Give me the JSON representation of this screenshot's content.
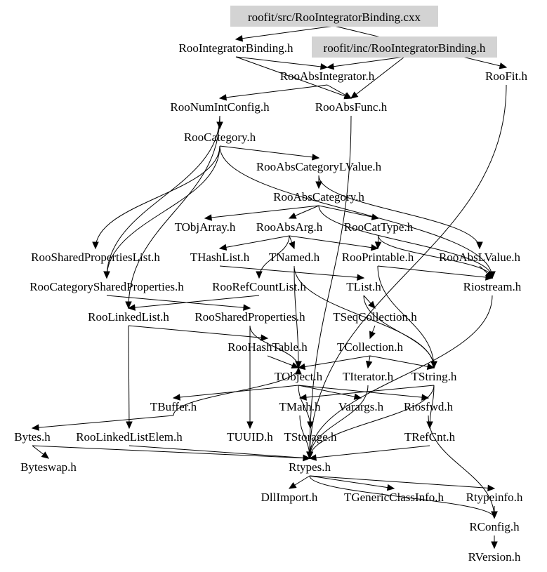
{
  "diagram": {
    "type": "include-dependency-graph",
    "highlight_color": "#d3d3d3",
    "nodes": [
      {
        "id": "src_cxx",
        "label": "roofit/src/RooIntegratorBinding.cxx",
        "highlighted": true
      },
      {
        "id": "RooIntegratorBinding_h",
        "label": "RooIntegratorBinding.h",
        "highlighted": false
      },
      {
        "id": "inc_h",
        "label": "roofit/inc/RooIntegratorBinding.h",
        "highlighted": true
      },
      {
        "id": "RooFit_h",
        "label": "RooFit.h",
        "highlighted": false
      },
      {
        "id": "RooAbsIntegrator_h",
        "label": "RooAbsIntegrator.h",
        "highlighted": false
      },
      {
        "id": "RooNumIntConfig_h",
        "label": "RooNumIntConfig.h",
        "highlighted": false
      },
      {
        "id": "RooAbsFunc_h",
        "label": "RooAbsFunc.h",
        "highlighted": false
      },
      {
        "id": "RooCategory_h",
        "label": "RooCategory.h",
        "highlighted": false
      },
      {
        "id": "RooAbsCategoryLValue_h",
        "label": "RooAbsCategoryLValue.h",
        "highlighted": false
      },
      {
        "id": "RooAbsCategory_h",
        "label": "RooAbsCategory.h",
        "highlighted": false
      },
      {
        "id": "TObjArray_h",
        "label": "TObjArray.h",
        "highlighted": false
      },
      {
        "id": "RooAbsArg_h",
        "label": "RooAbsArg.h",
        "highlighted": false
      },
      {
        "id": "RooCatType_h",
        "label": "RooCatType.h",
        "highlighted": false
      },
      {
        "id": "RooSharedPropertiesList_h",
        "label": "RooSharedPropertiesList.h",
        "highlighted": false
      },
      {
        "id": "THashList_h",
        "label": "THashList.h",
        "highlighted": false
      },
      {
        "id": "TNamed_h",
        "label": "TNamed.h",
        "highlighted": false
      },
      {
        "id": "RooPrintable_h",
        "label": "RooPrintable.h",
        "highlighted": false
      },
      {
        "id": "RooAbsLValue_h",
        "label": "RooAbsLValue.h",
        "highlighted": false
      },
      {
        "id": "RooCategorySharedProperties_h",
        "label": "RooCategorySharedProperties.h",
        "highlighted": false
      },
      {
        "id": "RooRefCountList_h",
        "label": "RooRefCountList.h",
        "highlighted": false
      },
      {
        "id": "TList_h",
        "label": "TList.h",
        "highlighted": false
      },
      {
        "id": "Riostream_h",
        "label": "Riostream.h",
        "highlighted": false
      },
      {
        "id": "RooLinkedList_h",
        "label": "RooLinkedList.h",
        "highlighted": false
      },
      {
        "id": "RooSharedProperties_h",
        "label": "RooSharedProperties.h",
        "highlighted": false
      },
      {
        "id": "TSeqCollection_h",
        "label": "TSeqCollection.h",
        "highlighted": false
      },
      {
        "id": "RooHashTable_h",
        "label": "RooHashTable.h",
        "highlighted": false
      },
      {
        "id": "TCollection_h",
        "label": "TCollection.h",
        "highlighted": false
      },
      {
        "id": "TObject_h",
        "label": "TObject.h",
        "highlighted": false
      },
      {
        "id": "TIterator_h",
        "label": "TIterator.h",
        "highlighted": false
      },
      {
        "id": "TString_h",
        "label": "TString.h",
        "highlighted": false
      },
      {
        "id": "TBuffer_h",
        "label": "TBuffer.h",
        "highlighted": false
      },
      {
        "id": "TMath_h",
        "label": "TMath.h",
        "highlighted": false
      },
      {
        "id": "Varargs_h",
        "label": "Varargs.h",
        "highlighted": false
      },
      {
        "id": "Riosfwd_h",
        "label": "Riosfwd.h",
        "highlighted": false
      },
      {
        "id": "Bytes_h",
        "label": "Bytes.h",
        "highlighted": false
      },
      {
        "id": "RooLinkedListElem_h",
        "label": "RooLinkedListElem.h",
        "highlighted": false
      },
      {
        "id": "TUUID_h",
        "label": "TUUID.h",
        "highlighted": false
      },
      {
        "id": "TStorage_h",
        "label": "TStorage.h",
        "highlighted": false
      },
      {
        "id": "TRefCnt_h",
        "label": "TRefCnt.h",
        "highlighted": false
      },
      {
        "id": "Byteswap_h",
        "label": "Byteswap.h",
        "highlighted": false
      },
      {
        "id": "Rtypes_h",
        "label": "Rtypes.h",
        "highlighted": false
      },
      {
        "id": "DllImport_h",
        "label": "DllImport.h",
        "highlighted": false
      },
      {
        "id": "TGenericClassInfo_h",
        "label": "TGenericClassInfo.h",
        "highlighted": false
      },
      {
        "id": "Rtypeinfo_h",
        "label": "Rtypeinfo.h",
        "highlighted": false
      },
      {
        "id": "RConfig_h",
        "label": "RConfig.h",
        "highlighted": false
      },
      {
        "id": "RVersion_h",
        "label": "RVersion.h",
        "highlighted": false
      }
    ],
    "edges": [
      [
        "src_cxx",
        "RooIntegratorBinding_h"
      ],
      [
        "src_cxx",
        "RooFit_h"
      ],
      [
        "RooIntegratorBinding_h",
        "RooAbsIntegrator_h"
      ],
      [
        "RooIntegratorBinding_h",
        "RooAbsFunc_h"
      ],
      [
        "inc_h",
        "RooAbsIntegrator_h"
      ],
      [
        "inc_h",
        "RooAbsFunc_h"
      ],
      [
        "RooAbsIntegrator_h",
        "RooNumIntConfig_h"
      ],
      [
        "RooAbsIntegrator_h",
        "RooAbsFunc_h"
      ],
      [
        "RooNumIntConfig_h",
        "RooCategory_h"
      ],
      [
        "RooNumIntConfig_h",
        "RooLinkedList_h"
      ],
      [
        "RooNumIntConfig_h",
        "RooCategorySharedProperties_h"
      ],
      [
        "RooAbsFunc_h",
        "Rtypes_h"
      ],
      [
        "RooCategory_h",
        "RooAbsCategoryLValue_h"
      ],
      [
        "RooCategory_h",
        "RooSharedPropertiesList_h"
      ],
      [
        "RooCategory_h",
        "RooCategorySharedProperties_h"
      ],
      [
        "RooCategory_h",
        "Riostream_h"
      ],
      [
        "RooAbsCategoryLValue_h",
        "RooAbsCategory_h"
      ],
      [
        "RooAbsCategoryLValue_h",
        "RooAbsLValue_h"
      ],
      [
        "RooAbsCategory_h",
        "TObjArray_h"
      ],
      [
        "RooAbsCategory_h",
        "RooAbsArg_h"
      ],
      [
        "RooAbsCategory_h",
        "RooCatType_h"
      ],
      [
        "RooAbsCategory_h",
        "Riostream_h"
      ],
      [
        "RooAbsArg_h",
        "THashList_h"
      ],
      [
        "RooAbsArg_h",
        "TNamed_h"
      ],
      [
        "RooAbsArg_h",
        "RooPrintable_h"
      ],
      [
        "RooAbsArg_h",
        "RooRefCountList_h"
      ],
      [
        "RooCatType_h",
        "RooPrintable_h"
      ],
      [
        "RooCatType_h",
        "Riostream_h"
      ],
      [
        "THashList_h",
        "TList_h"
      ],
      [
        "TNamed_h",
        "TObject_h"
      ],
      [
        "TNamed_h",
        "TString_h"
      ],
      [
        "RooPrintable_h",
        "Riostream_h"
      ],
      [
        "RooPrintable_h",
        "TString_h"
      ],
      [
        "RooAbsLValue_h",
        "Riostream_h"
      ],
      [
        "RooCategorySharedProperties_h",
        "RooSharedProperties_h"
      ],
      [
        "RooRefCountList_h",
        "RooLinkedList_h"
      ],
      [
        "TList_h",
        "TSeqCollection_h"
      ],
      [
        "TList_h",
        "TString_h"
      ],
      [
        "Riostream_h",
        "Rtypes_h"
      ],
      [
        "RooLinkedList_h",
        "RooLinkedListElem_h"
      ],
      [
        "RooLinkedList_h",
        "RooHashTable_h"
      ],
      [
        "RooSharedProperties_h",
        "TUUID_h"
      ],
      [
        "RooSharedProperties_h",
        "TObject_h"
      ],
      [
        "TSeqCollection_h",
        "TCollection_h"
      ],
      [
        "RooHashTable_h",
        "TObject_h"
      ],
      [
        "TCollection_h",
        "TObject_h"
      ],
      [
        "TCollection_h",
        "TIterator_h"
      ],
      [
        "TCollection_h",
        "TString_h"
      ],
      [
        "TObject_h",
        "TBuffer_h"
      ],
      [
        "TObject_h",
        "TStorage_h"
      ],
      [
        "TObject_h",
        "Varargs_h"
      ],
      [
        "TObject_h",
        "Riosfwd_h"
      ],
      [
        "TIterator_h",
        "Rtypes_h"
      ],
      [
        "TString_h",
        "TRefCnt_h"
      ],
      [
        "TString_h",
        "TMath_h"
      ],
      [
        "TString_h",
        "Rtypes_h"
      ],
      [
        "TBuffer_h",
        "Bytes_h"
      ],
      [
        "TBuffer_h",
        "TObject_h"
      ],
      [
        "TMath_h",
        "Rtypes_h"
      ],
      [
        "Riosfwd_h",
        "RConfig_h"
      ],
      [
        "Bytes_h",
        "Byteswap_h"
      ],
      [
        "Bytes_h",
        "Rtypes_h"
      ],
      [
        "RooLinkedListElem_h",
        "Rtypes_h"
      ],
      [
        "TStorage_h",
        "Rtypes_h"
      ],
      [
        "TRefCnt_h",
        "Rtypes_h"
      ],
      [
        "RooFit_h",
        "Rtypes_h"
      ],
      [
        "Rtypes_h",
        "DllImport_h"
      ],
      [
        "Rtypes_h",
        "TGenericClassInfo_h"
      ],
      [
        "Rtypes_h",
        "Rtypeinfo_h"
      ],
      [
        "Rtypes_h",
        "RConfig_h"
      ],
      [
        "Rtypeinfo_h",
        "RConfig_h"
      ],
      [
        "RConfig_h",
        "RVersion_h"
      ]
    ]
  }
}
